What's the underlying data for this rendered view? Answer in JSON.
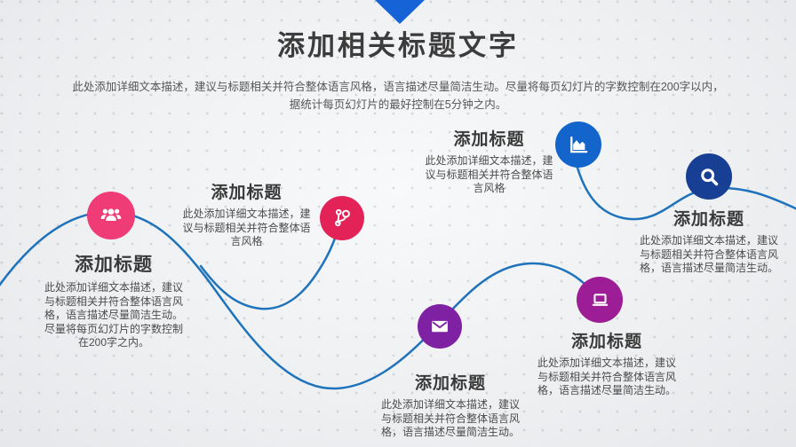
{
  "slide": {
    "title": "添加相关标题文字",
    "subtitle_line1": "此处添加详细文本描述，建议与标题相关并符合整体语言风格，语言描述尽量简洁生动。尽量将每页幻灯片的字数控制在200字以内，",
    "subtitle_line2": "据统计每页幻灯片的最好控制在5分钟之内。"
  },
  "accent": {
    "curve_color": "#1e73bc",
    "ribbon_color": "#1563d6"
  },
  "nodes": [
    {
      "icon": "people-icon",
      "color": "#ef3c77",
      "heading": "添加标题",
      "description": "此处添加详细文本描述，建议与标题相关并符合整体语言风格，语言描述尽量简洁生动。尽量将每页幻灯片的字数控制在200字之内。"
    },
    {
      "icon": "fork-icon",
      "color": "#e32258",
      "heading": "添加标题",
      "description": "此处添加详细文本描述，建议与标题相关并符合整体语言风格"
    },
    {
      "icon": "area-chart-icon",
      "color": "#1465cb",
      "heading": "添加标题",
      "description": "此处添加详细文本描述，建议与标题相关并符合整体语言风格"
    },
    {
      "icon": "search-icon",
      "color": "#173f93",
      "heading": "添加标题",
      "description": "此处添加详细文本描述，建议与标题相关并符合整体语言风格，语言描述尽量简洁生动。"
    },
    {
      "icon": "envelope-icon",
      "color": "#7e22a3",
      "heading": "添加标题",
      "description": "此处添加详细文本描述，建议与标题相关并符合整体语言风格，语言描述尽量简洁生动。"
    },
    {
      "icon": "laptop-icon",
      "color": "#9c1d96",
      "heading": "添加标题",
      "description": "此处添加详细文本描述，建议与标题相关并符合整体语言风格，语言描述尽量简洁生动。"
    }
  ]
}
